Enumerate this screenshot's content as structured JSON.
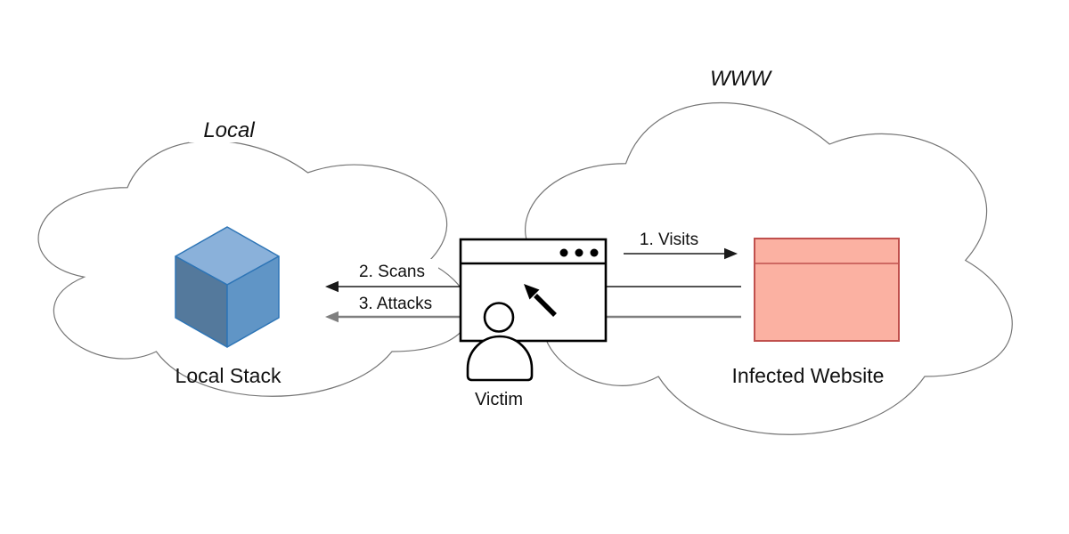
{
  "diagram": {
    "title_visible": false,
    "clouds": [
      {
        "id": "local-cloud",
        "label": "Local"
      },
      {
        "id": "www-cloud",
        "label": "WWW"
      }
    ],
    "nodes": [
      {
        "id": "local-stack",
        "label": "Local Stack",
        "type": "cube",
        "cloud": "local-cloud"
      },
      {
        "id": "victim",
        "label": "Victim",
        "type": "browser-user",
        "cloud": "none"
      },
      {
        "id": "infected-website",
        "label": "Infected Website",
        "type": "website",
        "cloud": "www-cloud"
      }
    ],
    "edges": [
      {
        "id": "visits",
        "label": "1. Visits",
        "from": "victim",
        "to": "infected-website",
        "arrow_direction": "right",
        "color": "#1a1a1a"
      },
      {
        "id": "scans",
        "label": "2. Scans",
        "from": "infected-website",
        "to": "local-stack",
        "arrow_direction": "left",
        "color": "#1a1a1a"
      },
      {
        "id": "attacks",
        "label": "3. Attacks",
        "from": "infected-website",
        "to": "local-stack",
        "arrow_direction": "left",
        "color": "#7f7f7f"
      }
    ],
    "colors": {
      "cloud_stroke": "#757575",
      "cloud_label_gray": "#8a8a8a",
      "cube_top": "#8ab1da",
      "cube_left": "#54799c",
      "cube_right": "#6095c6",
      "cube_edge": "#2e75b6",
      "website_fill": "#fbb1a2",
      "website_stroke": "#c0504d",
      "line_black": "#1a1a1a",
      "line_gray": "#7f7f7f",
      "shape_stroke": "#000000"
    }
  }
}
